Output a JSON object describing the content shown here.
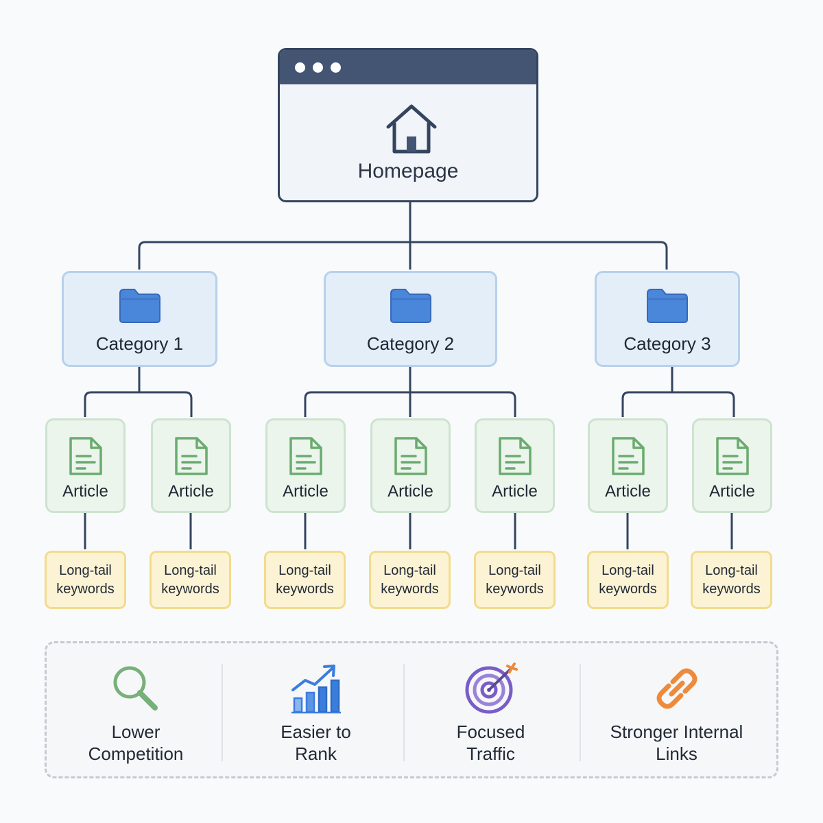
{
  "homepage": {
    "label": "Homepage"
  },
  "categories": [
    {
      "label": "Category 1"
    },
    {
      "label": "Category 2"
    },
    {
      "label": "Category 3"
    }
  ],
  "articles": [
    {
      "label": "Article"
    },
    {
      "label": "Article"
    },
    {
      "label": "Article"
    },
    {
      "label": "Article"
    },
    {
      "label": "Article"
    },
    {
      "label": "Article"
    },
    {
      "label": "Article"
    }
  ],
  "keywords": [
    {
      "label": "Long-tail\nkeywords"
    },
    {
      "label": "Long-tail\nkeywords"
    },
    {
      "label": "Long-tail\nkeywords"
    },
    {
      "label": "Long-tail\nkeywords"
    },
    {
      "label": "Long-tail\nkeywords"
    },
    {
      "label": "Long-tail\nkeywords"
    },
    {
      "label": "Long-tail\nkeywords"
    }
  ],
  "benefits": [
    {
      "label": "Lower\nCompetition",
      "icon": "magnifier-icon"
    },
    {
      "label": "Easier to\nRank",
      "icon": "growth-chart-icon"
    },
    {
      "label": "Focused\nTraffic",
      "icon": "target-icon"
    },
    {
      "label": "Stronger Internal\nLinks",
      "icon": "link-icon"
    }
  ],
  "colors": {
    "connector": "#34445f",
    "homepage_bar": "#445573",
    "category_fill": "#e3eef9",
    "folder": "#4a86d9",
    "article_fill": "#ebf5ec",
    "doc_stroke": "#6aab6f",
    "keyword_fill": "#fcf3d4",
    "magnifier": "#78b07a",
    "chart": "#3b7ddd",
    "target": "#7a5cc9",
    "link": "#ee8a3c"
  }
}
